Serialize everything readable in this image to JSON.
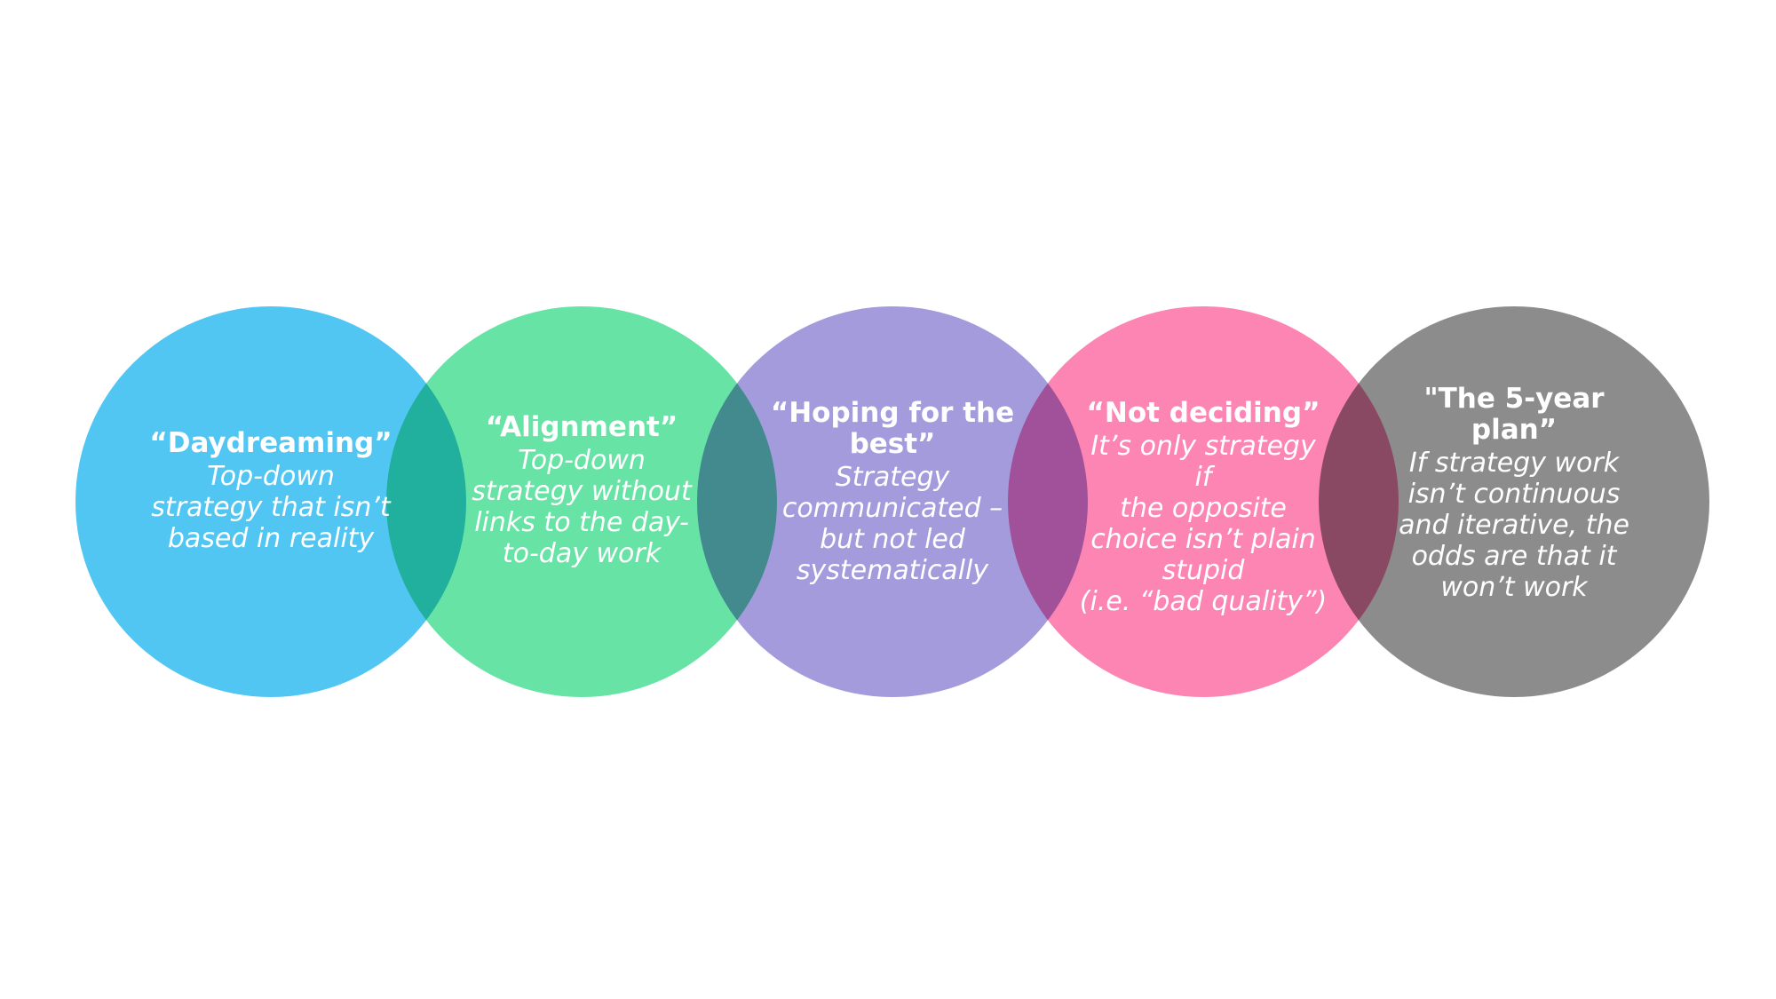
{
  "circles": [
    {
      "title": "“Daydreaming”",
      "description": "Top-down\nstrategy that isn’t\nbased in reality",
      "color": "#52c6f3"
    },
    {
      "title": "“Alignment”",
      "description": "Top-down\nstrategy without\nlinks to the day-\nto-day work",
      "color": "#67e3a5"
    },
    {
      "title": "“Hoping for the\nbest”",
      "description": "Strategy\ncommunicated –\nbut not led\nsystematically",
      "color": "#a39bdc"
    },
    {
      "title": "“Not deciding”",
      "description": "It’s only strategy if\nthe opposite\nchoice isn’t plain\nstupid\n(i.e. “bad quality”)",
      "color": "#fc85b3"
    },
    {
      "title": "\"The 5-year\nplan”",
      "description": "If strategy work\nisn’t continuous\nand iterative, the\nodds are that it\nwon’t work",
      "color": "#8c8c8c"
    }
  ]
}
